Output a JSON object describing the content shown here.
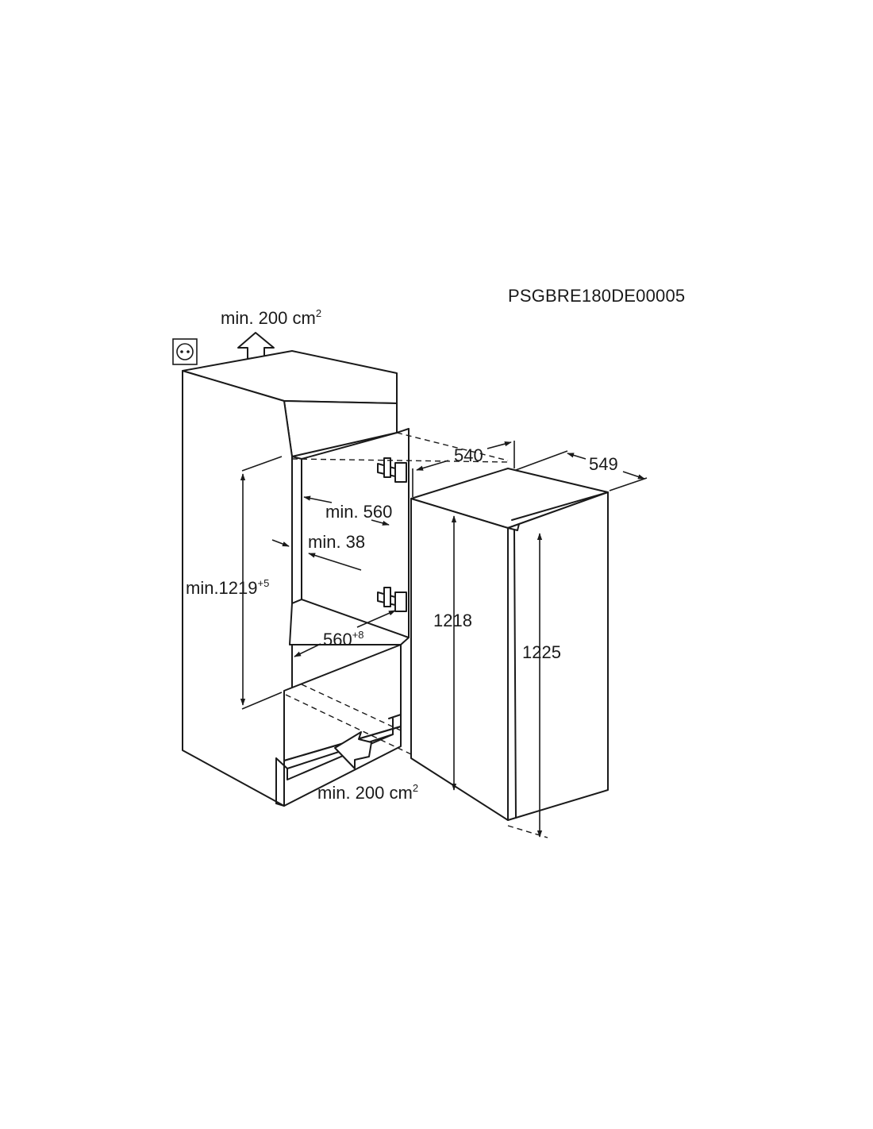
{
  "diagram": {
    "code": "PSGBRE180DE00005",
    "vent_top": {
      "text": "min. 200 cm",
      "sup": "2"
    },
    "vent_bottom": {
      "text": "min. 200 cm",
      "sup": "2"
    },
    "niche_height": {
      "text": "min.1219",
      "sup": "+5"
    },
    "niche_depth": "min. 560",
    "panel_thickness": "min. 38",
    "niche_width": {
      "text": "560",
      "sup": "+8"
    },
    "appliance_width": "540",
    "appliance_depth": "549",
    "appliance_body_height": "1218",
    "appliance_total_height": "1225",
    "icons": {
      "socket": "power-socket-icon",
      "arrow_up": "airflow-up-arrow-icon",
      "arrow_in": "airflow-in-arrow-icon",
      "hinge": "hinge-icon"
    }
  }
}
